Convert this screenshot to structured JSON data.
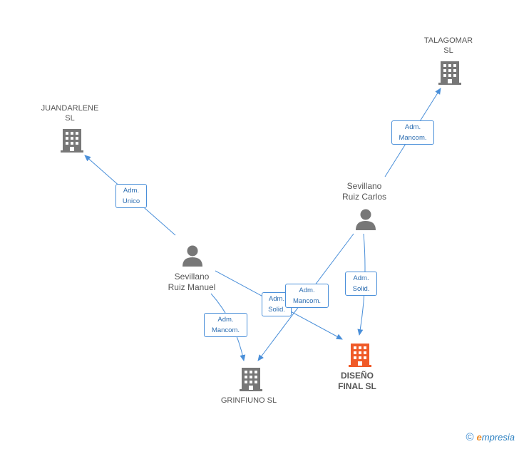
{
  "nodes": {
    "talagomar": {
      "name": "TALAGOMAR SL",
      "line1": "TALAGOMAR",
      "line2": "SL"
    },
    "juandarlene": {
      "name": "JUANDARLENE SL",
      "line1": "JUANDARLENE",
      "line2": "SL"
    },
    "sevillano_carlos": {
      "line1": "Sevillano",
      "line2": "Ruiz Carlos"
    },
    "sevillano_manuel": {
      "line1": "Sevillano",
      "line2": "Ruiz Manuel"
    },
    "grinfiuno": {
      "line1": "GRINFIUNO SL"
    },
    "diseno": {
      "line1": "DISEÑO",
      "line2": "FINAL SL"
    }
  },
  "edges": {
    "carlos_talagomar": {
      "line1": "Adm.",
      "line2": "Mancom."
    },
    "manuel_juandarlene": {
      "line1": "Adm.",
      "line2": "Unico"
    },
    "manuel_diseno": {
      "line1": "Adm.",
      "line2": "Solid."
    },
    "carlos_grinfiuno": {
      "line1": "Adm.",
      "line2": "Mancom."
    },
    "carlos_diseno": {
      "line1": "Adm.",
      "line2": "Solid."
    },
    "manuel_grinfiuno": {
      "line1": "Adm.",
      "line2": "Mancom."
    }
  },
  "colors": {
    "edge": "#4a8fd9",
    "company": "#777777",
    "company_highlight": "#f05a28",
    "person": "#777777"
  },
  "footer": {
    "copyright": "©",
    "brand_first": "e",
    "brand_rest": "mpresia"
  }
}
